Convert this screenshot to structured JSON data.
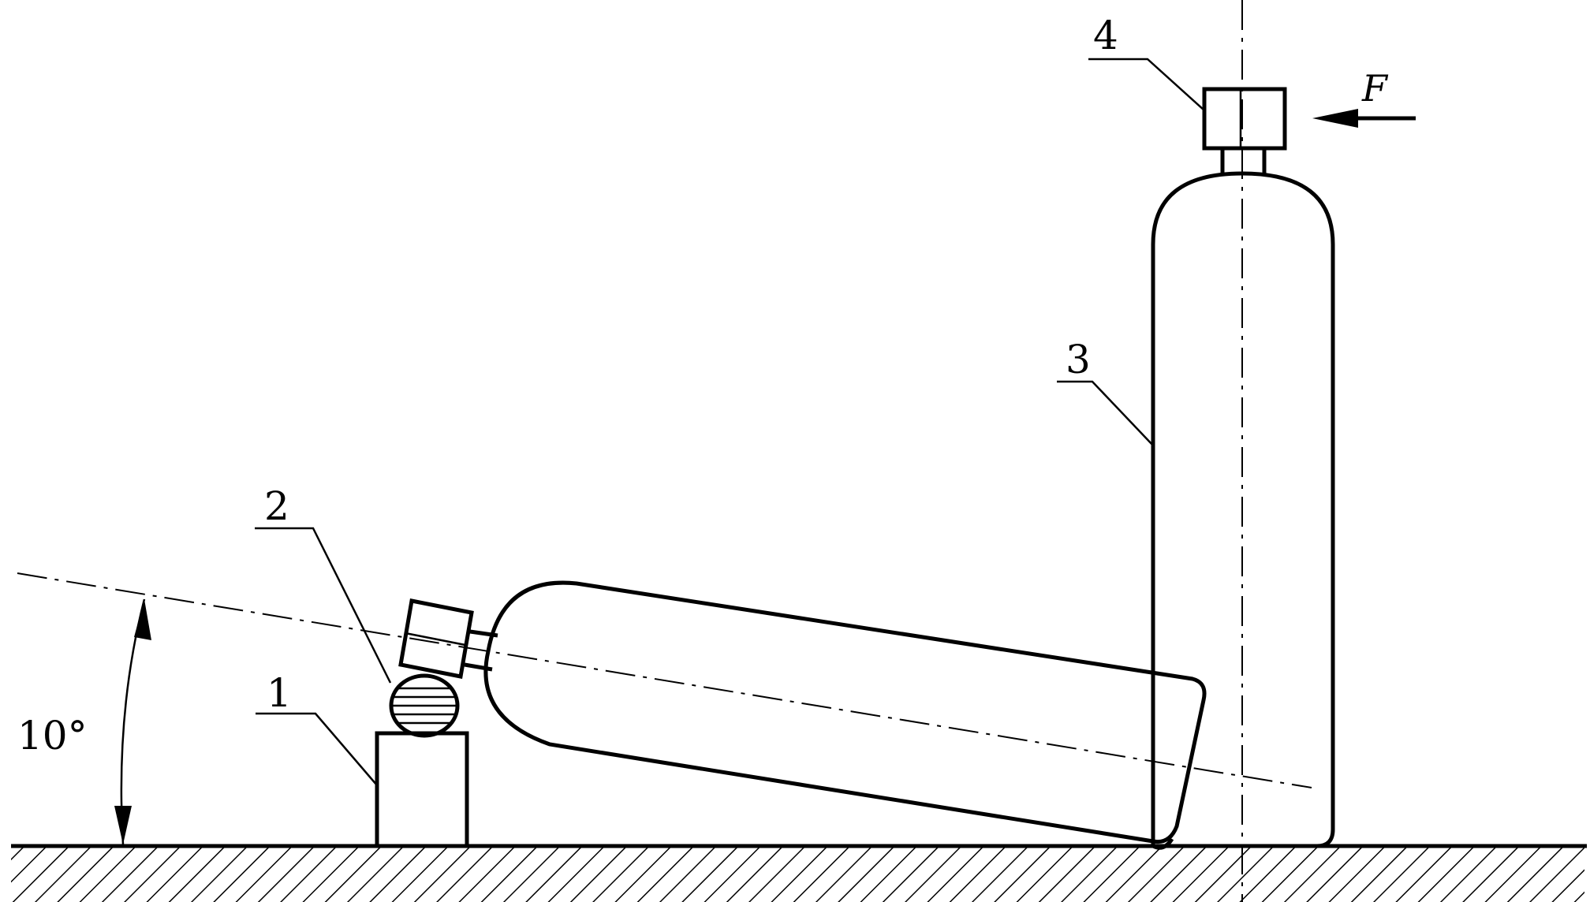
{
  "labels": {
    "part_1": "1",
    "part_2": "2",
    "part_3": "3",
    "part_4": "4",
    "force": "F",
    "angle": "10°"
  }
}
